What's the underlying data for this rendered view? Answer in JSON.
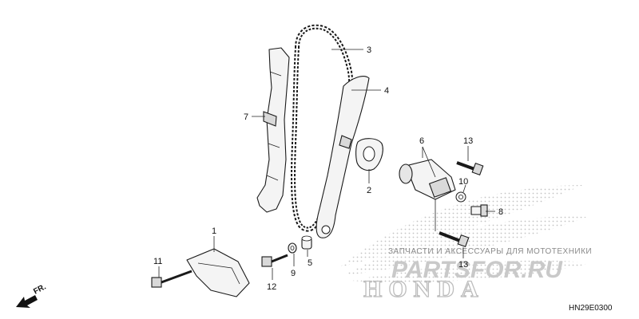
{
  "callouts": {
    "p1": "1",
    "p2": "2",
    "p3": "3",
    "p4": "4",
    "p5": "5",
    "p6": "6",
    "p7": "7",
    "p8": "8",
    "p9": "9",
    "p10": "10",
    "p11": "11",
    "p12": "12",
    "p13a": "13",
    "p13b": "13"
  },
  "direction_label": "FR.",
  "diagram_code": "HN29E0300",
  "watermark": {
    "caption": "ЗАПЧАСТИ И АКСЕССУАРЫ ДЛЯ МОТОТЕХНИКИ",
    "brand_text": "PARTSFOR.RU",
    "logo_word": "HONDA"
  }
}
